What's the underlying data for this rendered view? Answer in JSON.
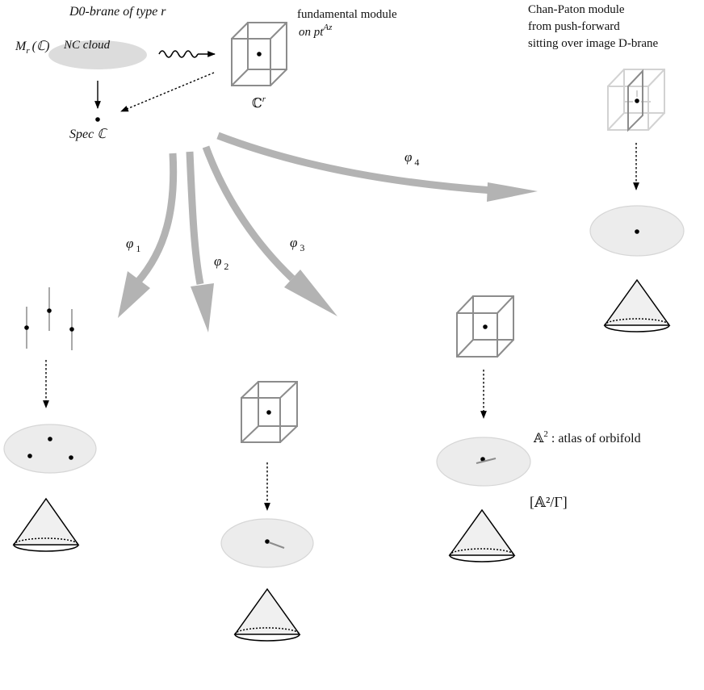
{
  "labels": {
    "d0_title": "D0-brane  of  type  r",
    "cloud_label": "NC  cloud",
    "matrix_algebra_M": "M",
    "matrix_algebra_sub": "r",
    "matrix_algebra_C": "(ℂ)",
    "spec_label": "Spec ℂ",
    "fundamental_line1": "fundamental module",
    "fundamental_line2": "on  pt",
    "fundamental_sup": "Az",
    "cr_label": "ℂ",
    "cr_sup": "r",
    "chan_paton_line1": "Chan-Paton module",
    "chan_paton_line2": "from push-forward",
    "chan_paton_line3": "sitting over image D-brane",
    "phi_symbol": "φ",
    "phi1_sub": "1",
    "phi2_sub": "2",
    "phi3_sub": "3",
    "phi4_sub": "4",
    "atlas_A2": "𝔸",
    "atlas_sup": "2",
    "atlas_rest": " : atlas of orbifold",
    "quotient": "[𝔸²/Γ]"
  },
  "colors": {
    "arrow_gray": "#b3b3b3",
    "cloud_fill": "#dcdcdc",
    "disk_fill": "#ececec",
    "disk_stroke": "#d6d6d6",
    "cube_stroke": "#8c8c8c",
    "faint_cube_stroke": "#d2d2d2",
    "cone_fill": "#f0f0f0",
    "ink": "#000000"
  },
  "icons": {
    "wavy_arrow": "wavy-arrow-icon",
    "cube": "cube-icon",
    "cone": "cone-icon",
    "disk": "disk-icon",
    "dot": "point-icon"
  }
}
